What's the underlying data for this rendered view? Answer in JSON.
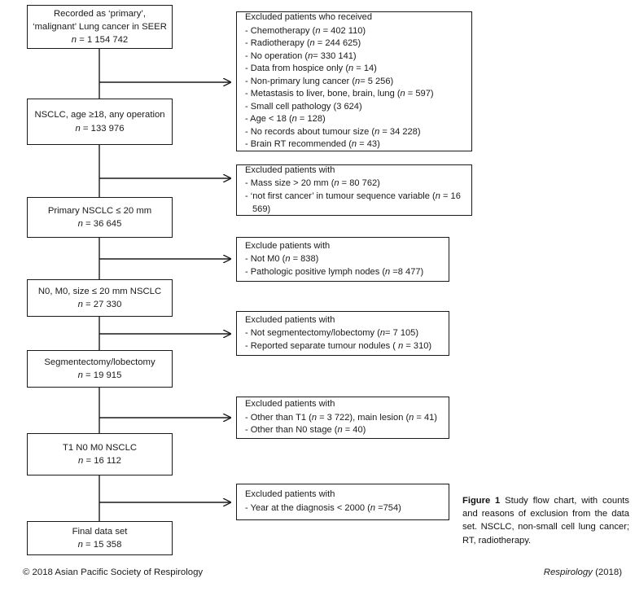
{
  "figure": {
    "caption_label": "Figure 1",
    "caption_text": "Study flow chart, with counts and reasons of exclusion from the data set. NSCLC, non-small cell lung cancer; RT, radiotherapy.",
    "copyright": "© 2018 Asian Pacific Society of Respirology",
    "journal_name": "Respirology",
    "journal_year": "(2018)"
  },
  "chart_data": {
    "type": "diagram",
    "title": "Study flow chart",
    "flow_nodes": [
      {
        "id": "cohort-seer",
        "lines": [
          "Recorded as ‘primary’,",
          "‘malignant’ Lung cancer in SEER"
        ],
        "n_label": "n",
        "n_value": "1 154 742"
      },
      {
        "id": "cohort-nsclc-operated",
        "lines": [
          "NSCLC, age ≥18, any operation"
        ],
        "n_label": "n",
        "n_value": "133 976"
      },
      {
        "id": "cohort-primary-20mm",
        "lines": [
          "Primary NSCLC ≤ 20 mm"
        ],
        "n_label": "n",
        "n_value": "36 645"
      },
      {
        "id": "cohort-n0-m0",
        "lines": [
          "N0, M0, size ≤ 20 mm NSCLC"
        ],
        "n_label": "n",
        "n_value": "27 330"
      },
      {
        "id": "cohort-segmentectomy",
        "lines": [
          "Segmentectomy/lobectomy"
        ],
        "n_label": "n",
        "n_value": "19 915"
      },
      {
        "id": "cohort-t1n0m0",
        "lines": [
          "T1 N0 M0 NSCLC"
        ],
        "n_label": "n",
        "n_value": "16 112"
      },
      {
        "id": "cohort-final",
        "lines": [
          "Final data set"
        ],
        "n_label": "n",
        "n_value": "15 358"
      }
    ],
    "exclusion_nodes": [
      {
        "id": "exclusion-1",
        "heading": "Excluded patients who received",
        "items": [
          "- Chemotherapy (n = 402 110)",
          "- Radiotherapy (n = 244 625)",
          "- No operation (n= 330 141)",
          "- Data from hospice only (n = 14)",
          "- Non-primary lung cancer (n= 5 256)",
          "- Metastasis to liver, bone, brain, lung (n = 597)",
          "- Small cell pathology (3 624)",
          "- Age < 18 (n = 128)",
          "- No records about tumour size (n = 34 228)",
          "- Brain RT recommended (n = 43)"
        ]
      },
      {
        "id": "exclusion-2",
        "heading": "Excluded patients with",
        "items": [
          "-  Mass size > 20 mm (n = 80 762)",
          "-  ‘not first cancer’ in tumour sequence variable (n = 16 569)"
        ]
      },
      {
        "id": "exclusion-3",
        "heading": "Exclude patients with",
        "items": [
          "- Not M0 (n = 838)",
          "- Pathologic positive lymph nodes (n =8 477)"
        ]
      },
      {
        "id": "exclusion-4",
        "heading": "Excluded patients with",
        "items": [
          "-  Not segmentectomy/lobectomy (n= 7 105)",
          "-  Reported separate tumour nodules ( n  = 310)"
        ]
      },
      {
        "id": "exclusion-5",
        "heading": "Excluded patients with",
        "items": [
          "- Other than T1 (n = 3 722), main lesion (n = 41)",
          "- Other than N0 stage (n = 40)"
        ]
      },
      {
        "id": "exclusion-6",
        "heading": "Excluded patients with",
        "items": [
          "- Year at the diagnosis < 2000 (n =754)"
        ]
      }
    ],
    "colors": {
      "stroke": "#1a1a1a",
      "fill": "#ffffff",
      "text": "#1a1a1a"
    }
  }
}
